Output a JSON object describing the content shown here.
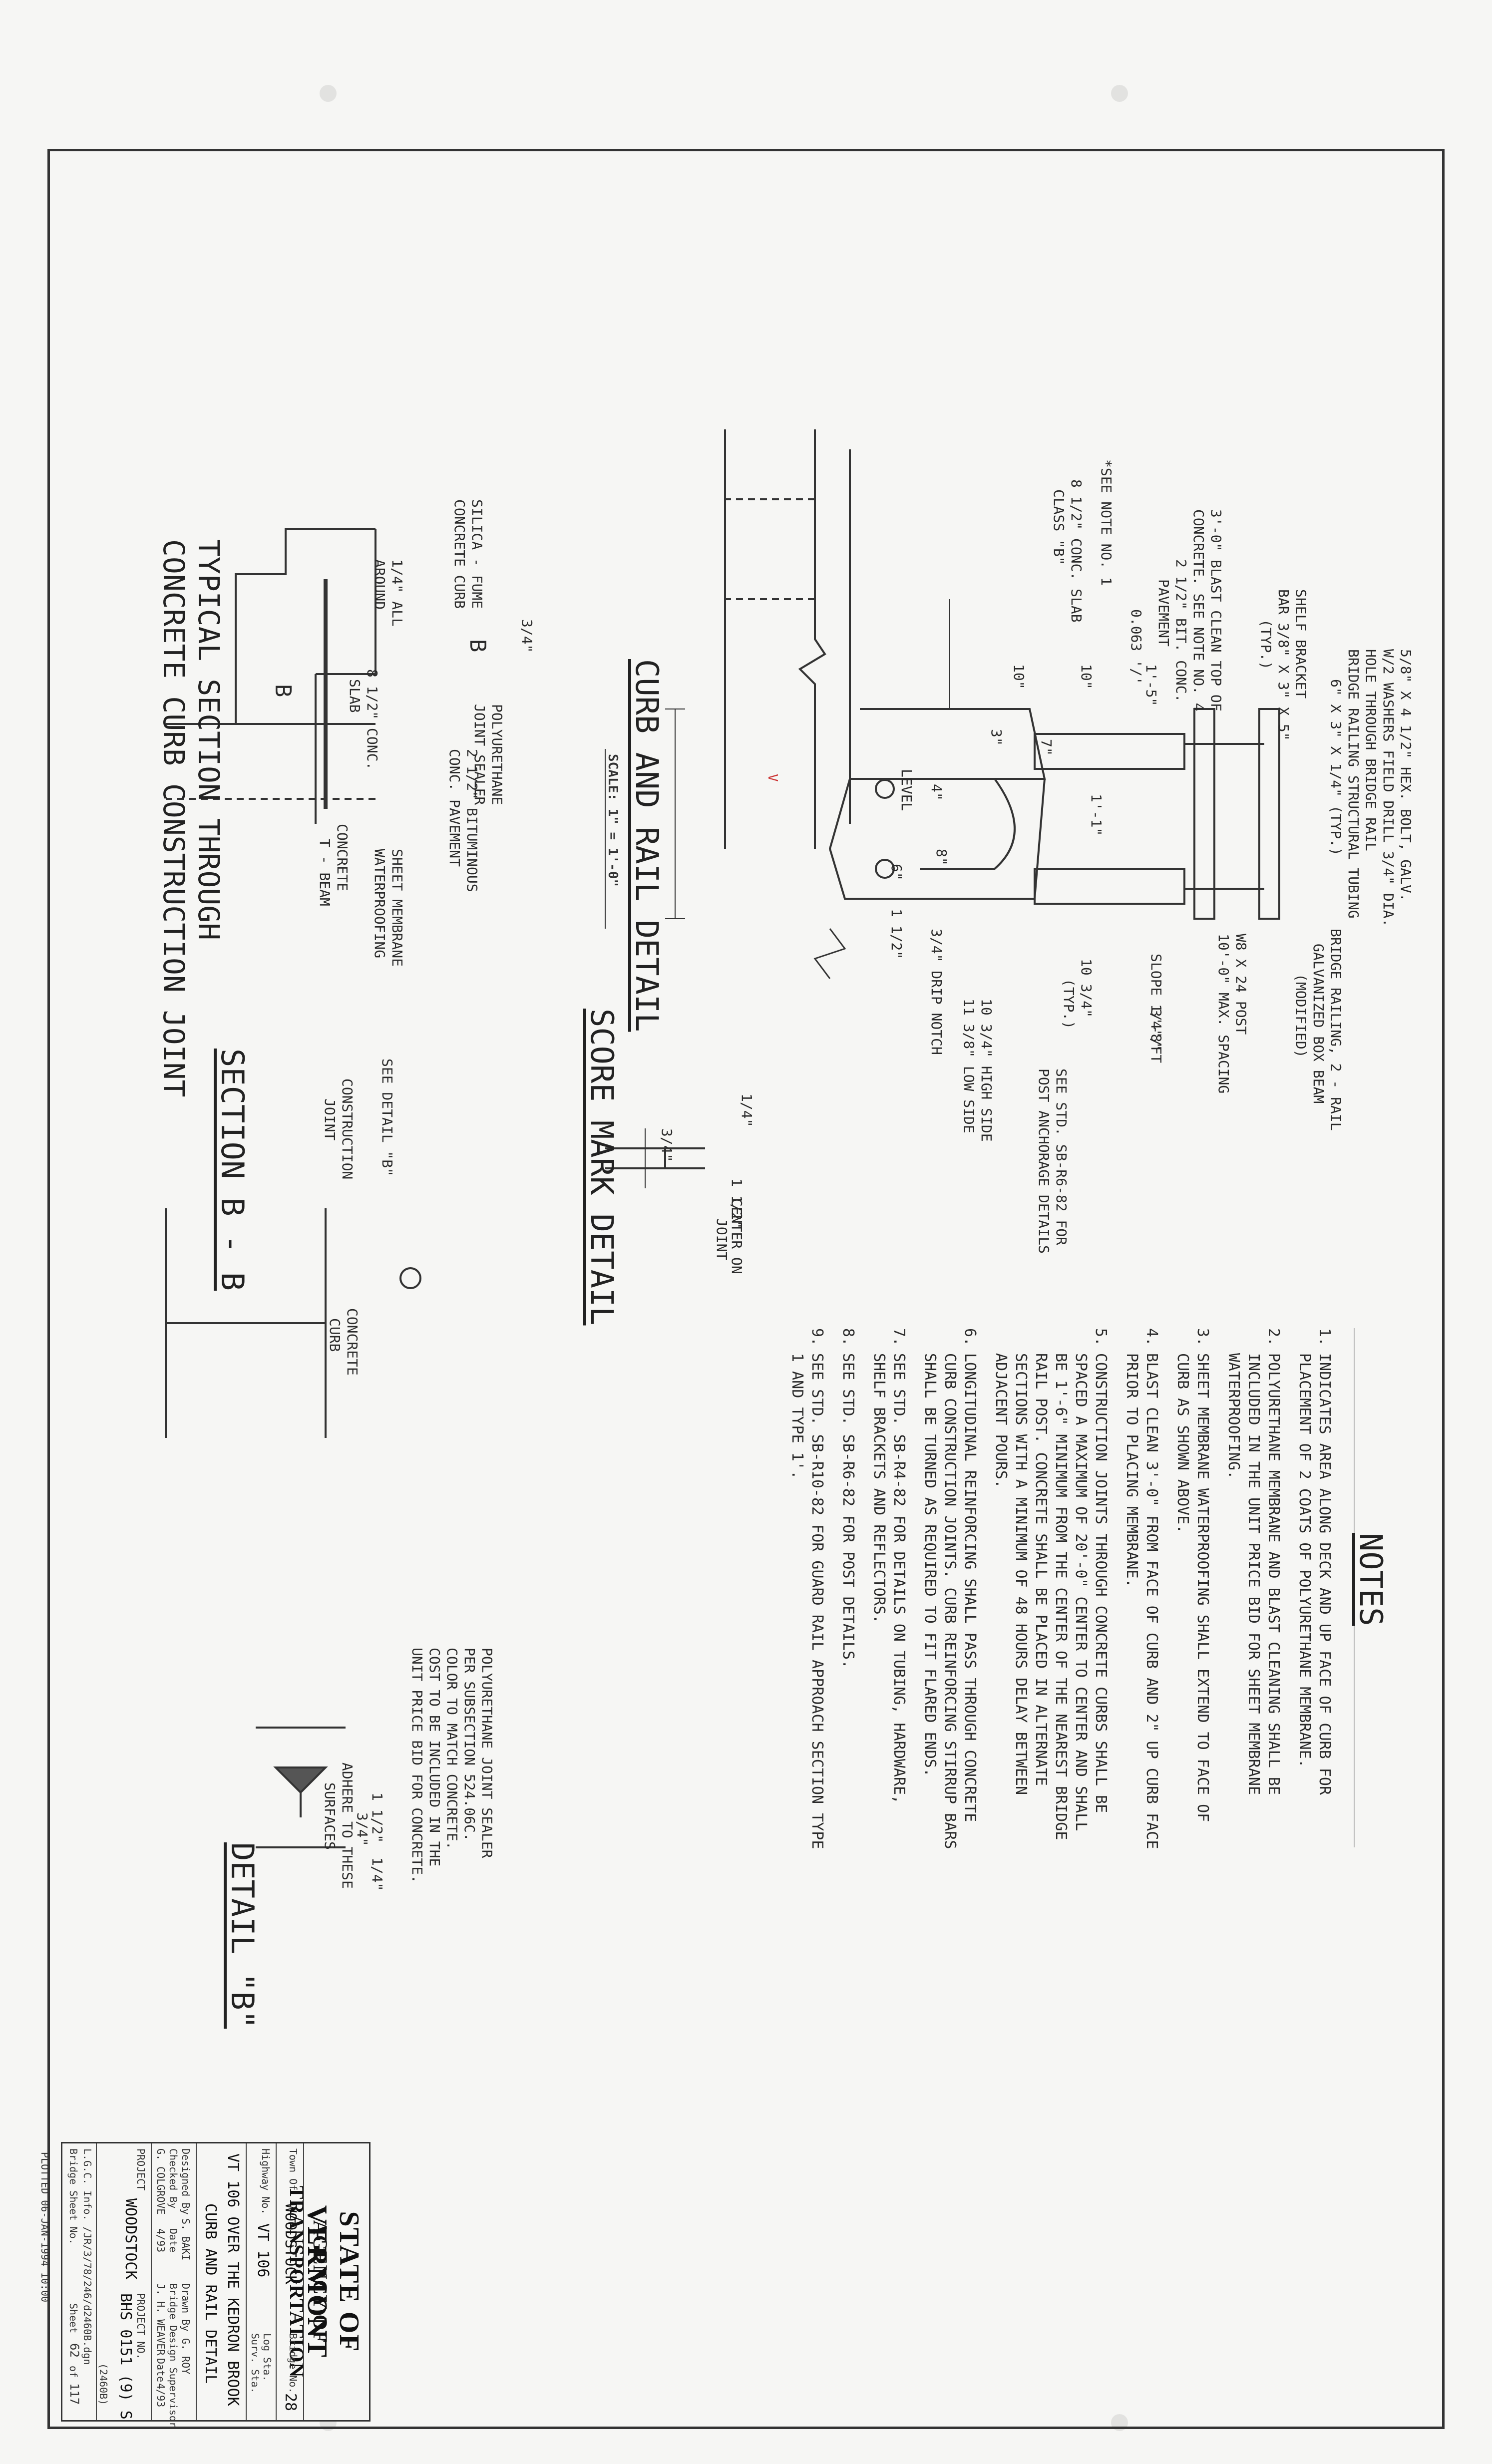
{
  "curb_rail": {
    "title": "CURB AND RAIL DETAIL",
    "scale": "SCALE: 1\" = 1'-0\"",
    "labels": {
      "bolt": "5/8\" X 4 1/2\" HEX. BOLT, GALV.",
      "washers": "W/2 WASHERS FIELD DRILL 3/4\" DIA.",
      "hole": "HOLE THROUGH BRIDGE RAIL",
      "tubing": "BRIDGE RAILING STRUCTURAL TUBING",
      "tubing_size": "6\" X 3\" X 1/4\" (TYP.)",
      "shelf1": "SHELF BRACKET",
      "shelf2": "BAR 3/8\" X 3\" X 5\"",
      "shelf3": "(TYP.)",
      "blast1": "3'-0\" BLAST CLEAN TOP OF",
      "blast2": "CONCRETE. SEE NOTE NO. 4",
      "pav1": "2 1/2\" BIT. CONC.",
      "pav2": "PAVEMENT",
      "t0063": "0.063 '/'",
      "see_note": "*SEE NOTE NO. 1",
      "slab1": "8 1/2\" CONC. SLAB",
      "slab2": "CLASS \"B\"",
      "level": "LEVEL",
      "d10a": "10\"",
      "d10b": "10\"",
      "d15": "1'-5\"",
      "d3": "3\"",
      "d7": "7\"",
      "d11": "1'-1\"",
      "d4": "4\"",
      "d8": "8\"",
      "d6": "6\"",
      "d112": "1 1/2\"",
      "drip": "3/4\" DRIP NOTCH",
      "bridge1": "BRIDGE RAILING, 2 - RAIL",
      "bridge2": "GALVANIZED BOX BEAM",
      "bridge3": "(MODIFIED)",
      "post1": "W8 X 24 POST",
      "post2": "10'-0\" MAX. SPACING",
      "slope": "SLOPE 1/4\"/FT",
      "d38": "3'-8\"",
      "d1034": "10 3/4\"",
      "typ": "(TYP.)",
      "high1": "10 3/4\" HIGH SIDE",
      "high2": "11 3/8\" LOW SIDE",
      "see_std1": "SEE STD. SB-R6-82 FOR",
      "see_std2": "POST ANCHORAGE DETAILS"
    }
  },
  "joint": {
    "title1": "TYPICAL SECTION THROUGH",
    "title2": "CONCRETE CURB CONSTRUCTION JOINT",
    "silica1": "SILICA - FUME",
    "silica2": "CONCRETE CURB",
    "d34": "3/4\"",
    "b1": "B",
    "b2": "B",
    "around1": "1/4\" ALL",
    "around2": "AROUND",
    "slab1": "8 1/2\" CONC.",
    "slab2": "SLAB",
    "poly1": "POLYURETHANE",
    "poly2": "JOINT SEALER",
    "bit1": "2 1/2\" BITUMINOUS",
    "bit2": "CONC. PAVEMENT",
    "tbeam1": "CONCRETE",
    "tbeam2": "T - BEAM",
    "sheet1": "SHEET MEMBRANE",
    "sheet2": "WATERPROOFING"
  },
  "score": {
    "title": "SCORE MARK DETAIL",
    "d14": "1/4\"",
    "d34": "3/4\"",
    "d112": "1 1/2\"",
    "center1": "CENTER ON",
    "center2": "JOINT"
  },
  "section_bb": {
    "title": "SECTION  B - B",
    "see": "SEE DETAIL \"B\"",
    "cj1": "CONSTRUCTION",
    "cj2": "JOINT",
    "cc1": "CONCRETE",
    "cc2": "CURB"
  },
  "detail_b": {
    "title": "DETAIL \"B\"",
    "l1": "POLYURETHANE JOINT SEALER",
    "l2": "PER SUBSECTION 524.06C.",
    "l3": "COLOR TO MATCH CONCRETE.",
    "l4": "COST TO BE INCLUDED IN THE",
    "l5": "UNIT PRICE BID FOR CONCRETE.",
    "adh1": "ADHERE TO THESE",
    "adh2": "SURFACES",
    "d112": "1 1/2\"",
    "d34": "3/4\"",
    "d14": "1/4\""
  },
  "notes": {
    "title": "NOTES",
    "items": [
      {
        "num": "1.",
        "text": "INDICATES AREA ALONG DECK AND UP FACE OF CURB FOR PLACEMENT OF 2 COATS OF POLYURETHANE MEMBRANE."
      },
      {
        "num": "2.",
        "text": "POLYURETHANE MEMBRANE AND BLAST CLEANING SHALL BE INCLUDED IN THE UNIT PRICE BID FOR SHEET MEMBRANE WATERPROOFING."
      },
      {
        "num": "3.",
        "text": "SHEET MEMBRANE WATERPROOFING SHALL EXTEND TO FACE OF CURB AS SHOWN ABOVE."
      },
      {
        "num": "4.",
        "text": "BLAST CLEAN 3'-0\" FROM FACE OF CURB AND 2\" UP CURB FACE PRIOR TO PLACING MEMBRANE."
      },
      {
        "num": "5.",
        "text": "CONSTRUCTION JOINTS THROUGH CONCRETE CURBS SHALL BE SPACED A MAXIMUM OF 20'-0\" CENTER TO CENTER AND SHALL BE 1'-6\" MINIMUM FROM THE CENTER OF THE NEAREST BRIDGE RAIL POST. CONCRETE SHALL BE PLACED IN ALTERNATE SECTIONS WITH A MINIMUM OF 48 HOURS DELAY BETWEEN ADJACENT POURS."
      },
      {
        "num": "6.",
        "text": "LONGITUDINAL REINFORCING SHALL PASS THROUGH CONCRETE CURB CONSTRUCTION JOINTS. CURB REINFORCING STIRRUP BARS SHALL BE TURNED AS REQUIRED TO FIT FLARED ENDS."
      },
      {
        "num": "7.",
        "text": "SEE STD. SB-R4-82 FOR DETAILS ON TUBING, HARDWARE, SHELF BRACKETS AND REFLECTORS."
      },
      {
        "num": "8.",
        "text": "SEE STD. SB-R6-82 FOR POST DETAILS."
      },
      {
        "num": "9.",
        "text": "SEE STD. SB-R10-82 FOR GUARD RAIL APPROACH SECTION TYPE 1 AND TYPE 1'."
      }
    ]
  },
  "title_block": {
    "org1": "STATE OF VERMONT",
    "org2": "AGENCY OF TRANSPORTATION",
    "town_label": "Town Of",
    "town": "WOODSTOCK",
    "bridge_label": "Bridge No.",
    "bridge": "28",
    "highway_label": "Highway No.",
    "highway": "VT 106",
    "log_sta": "Log Sta.",
    "surv_sta": "Surv. Sta.",
    "project_name": "VT 106 OVER THE KEDRON BROOK",
    "sheet_title": "CURB AND RAIL DETAIL",
    "designed_label": "Designed By",
    "designed": "S. BAKI",
    "drawn_label": "Drawn By",
    "drawn": "G. ROY",
    "checked_label": "Checked By",
    "checked": "G. COLGROVE",
    "date_label": "Date",
    "date": "4/93",
    "supervisor_label": "Bridge Design Supervisor",
    "supervisor": "J. H. WEAVER",
    "supervisor_date_label": "Date",
    "supervisor_date": "4/93",
    "project_label": "PROJECT",
    "project": "WOODSTOCK",
    "project_no_label": "PROJECT NO.",
    "project_no": "BHS 0151 (9) S",
    "project_no_small": "(2460B)",
    "lgc": "L.G.C. Info. /JR/3/78/246/d2460B.dgn",
    "bridge_sheet_label": "Bridge Sheet No.",
    "sheet_label": "Sheet",
    "sheet_no": "62",
    "of_label": "of",
    "sheet_total": "117",
    "plotted": "PLOTTED 06-JAN-1994 10:00"
  },
  "handwritten": {
    "mark": "V"
  }
}
